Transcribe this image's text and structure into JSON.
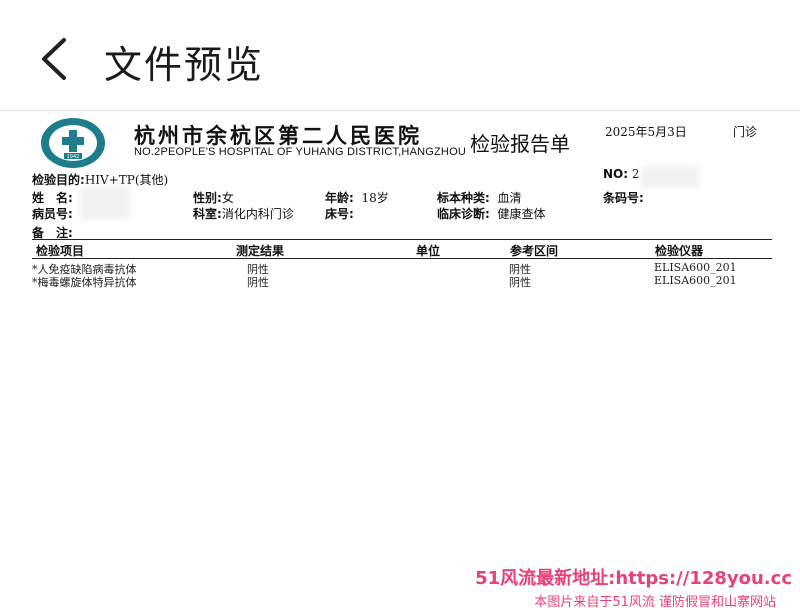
{
  "app": {
    "title": "文件预览"
  },
  "report": {
    "hospital_cn": "杭州市余杭区第二人民医院",
    "hospital_en": "NO.2PEOPLE'S HOSPITAL OF YUHANG DISTRICT,HANGZHOU",
    "logo_text": "1942",
    "title": "检验报告单",
    "date": "2025年5月3日",
    "visit_type": "门诊",
    "purpose_label": "检验目的:",
    "purpose_value": "HIV+TP(其他)",
    "no_label": "NO:",
    "no_value": "2",
    "name_label": "姓　名:",
    "sex_label": "性别:",
    "sex_value": "女",
    "age_label": "年龄:",
    "age_value": "18岁",
    "specimen_label": "标本种类:",
    "specimen_value": "血清",
    "barcode_label": "条码号:",
    "patient_id_label": "病员号:",
    "dept_label": "科室:",
    "dept_value": "消化内科门诊",
    "bed_label": "床号:",
    "diagnosis_label": "临床诊断:",
    "diagnosis_value": "健康查体",
    "remark_label": "备　注:"
  },
  "table": {
    "headers": [
      "检验项目",
      "测定结果",
      "单位",
      "参考区间",
      "检验仪器"
    ],
    "rows": [
      {
        "item": "*人免疫缺陷病毒抗体",
        "result": "阴性",
        "unit": "",
        "reference": "阴性",
        "instrument": "ELISA600_201"
      },
      {
        "item": "*梅毒螺旋体特异抗体",
        "result": "阴性",
        "unit": "",
        "reference": "阴性",
        "instrument": "ELISA600_201"
      }
    ]
  },
  "watermark": {
    "line1": "51风流最新地址:https://128you.cc",
    "line2": "本图片来自于51风流 谨防假冒和山寨网站"
  },
  "colors": {
    "watermark": "#e8407a",
    "logo": "#1e7d8a"
  },
  "icons": {
    "back": "chevron-left-icon",
    "logo": "hospital-cross-logo"
  }
}
